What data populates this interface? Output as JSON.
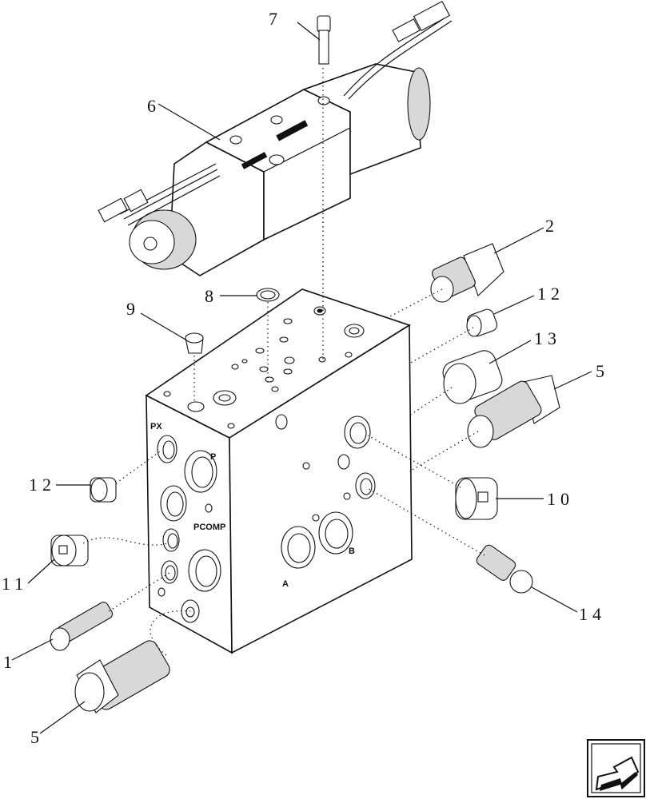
{
  "diagram": {
    "callouts": {
      "c1": "1",
      "c2": "2",
      "c5a": "5",
      "c5b": "5",
      "c6": "6",
      "c7": "7",
      "c8": "8",
      "c9": "9",
      "c10": "10",
      "c11": "11",
      "c12a": "12",
      "c12b": "12",
      "c13": "13",
      "c14": "14"
    },
    "port_labels": {
      "px": "PX",
      "p": "P",
      "pcomp": "PCOMP",
      "a": "A",
      "b": "B"
    }
  },
  "nav": {
    "icon": "arrow-icon"
  }
}
